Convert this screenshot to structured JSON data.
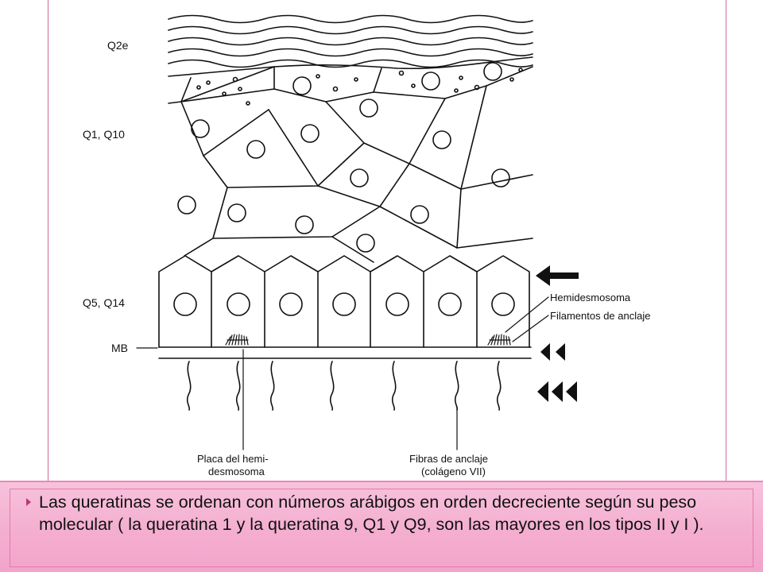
{
  "diagram": {
    "layer_labels": {
      "top": "Q2e",
      "middle": "Q1, Q10",
      "basal": "Q5, Q14",
      "membrane": "MB"
    },
    "annotations": {
      "hemidesmosome": "Hemidesmosoma",
      "anchoring_filaments": "Filamentos de anclaje",
      "plaque_line1": "Placa del hemi-",
      "plaque_line2": "desmosoma",
      "fibers_line1": "Fibras de anclaje",
      "fibers_line2": "(colágeno VII)"
    }
  },
  "caption": {
    "text": "Las queratinas se ordenan con números arábigos en orden decreciente según su peso molecular ( la queratina 1 y la queratina 9, Q1 y Q9, son las mayores en los tipos II y I )."
  },
  "colors": {
    "frame": "#d06a9a",
    "caption_bg": "#f4aed0",
    "bullet": "#b43a74"
  }
}
